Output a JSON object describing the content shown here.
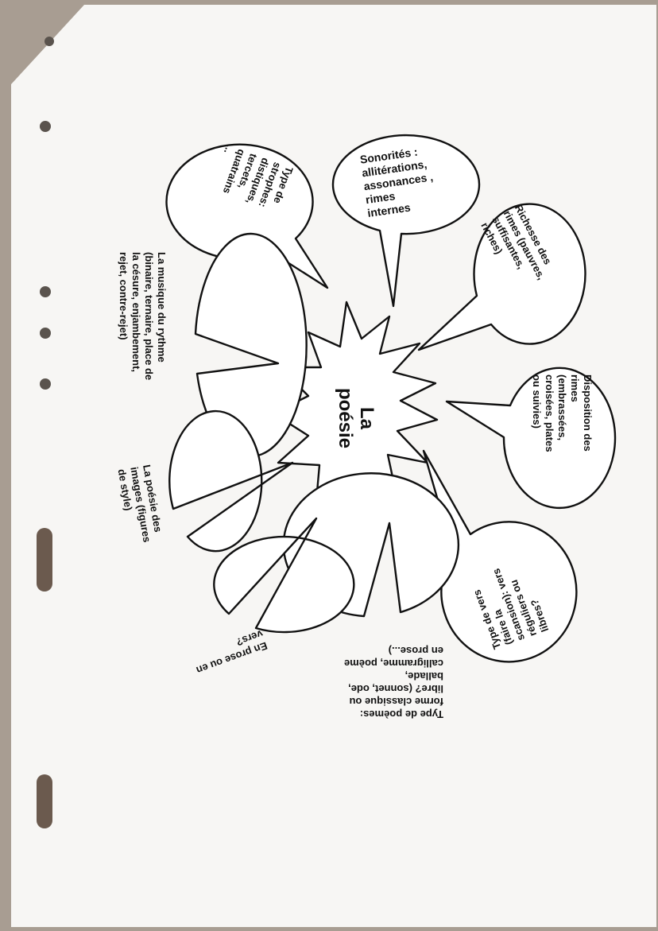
{
  "center": {
    "label": "La\npoésie"
  },
  "bubbles": [
    {
      "key": "sonorites",
      "text": "Sonorités :\nallitérations,\nassonances ,\nrimes\ninternes"
    },
    {
      "key": "strophes",
      "text": "Type de\nstrophes:\ndistiques,\ntercets,\nquatrains\n..."
    },
    {
      "key": "richesse",
      "text": "Richesse des\nrimes (pauvres,\nsuffisantes,\nriches)"
    },
    {
      "key": "disposition",
      "text": "Disposition des\nrimes\n(embrassées,\ncroisées, plates\nou suivies)"
    },
    {
      "key": "rythme",
      "text": "La musique du rythme\n(binaire, ternaire, place de\nla césure, enjambement,\nrejet, contre-rejet)"
    },
    {
      "key": "images",
      "text": "La poésie des\nimages (figures\nde style)"
    },
    {
      "key": "vers",
      "text": "Type de vers\n(faire la\nscansion): vers\nréguliers ou\nlibres?"
    },
    {
      "key": "poemes",
      "text": "Type de poèmes:\nforme classique ou\nlibre? (sonnet, ode,\nballade,\ncalligramme, poème\nen prose...)"
    },
    {
      "key": "prose",
      "text": "En prose ou en\nvers?"
    }
  ]
}
